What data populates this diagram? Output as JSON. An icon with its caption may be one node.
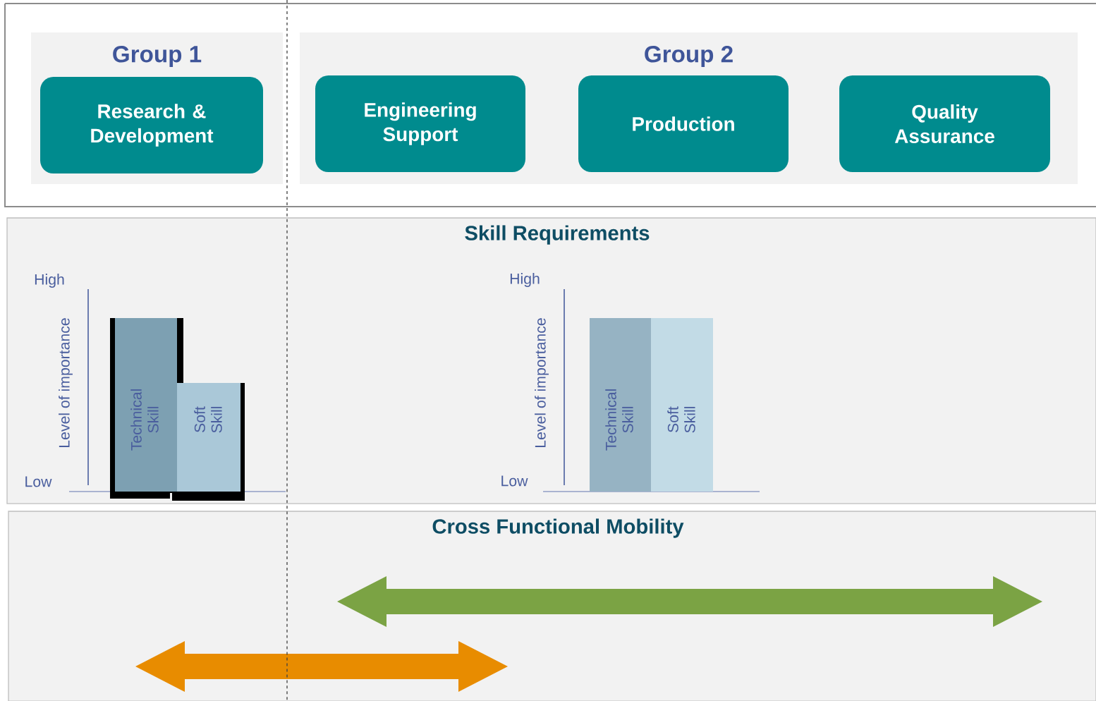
{
  "diagram": {
    "nodes": [
      {
        "text": [
          "Group 1"
        ]
      },
      {
        "text": [
          "Research & Development"
        ],
        "in": 0
      },
      {
        "text": [
          "Group 2"
        ]
      },
      {
        "text": [
          "Engineering Support"
        ],
        "in": 2
      },
      {
        "text": [
          "Production"
        ],
        "in": 2
      },
      {
        "text": [
          "Quality Assurance"
        ],
        "in": 2
      },
      {
        "text": [
          "Skill Requirements"
        ]
      },
      {
        "text": [
          "Cross Functional Mobility"
        ]
      }
    ],
    "edges": [],
    "labels": [
      "High",
      "Level of importance",
      "Low",
      "Technical Skill",
      "Soft Skill",
      "High",
      "Level of importance",
      "Low",
      "Technical Skill",
      "Soft Skill"
    ]
  }
}
